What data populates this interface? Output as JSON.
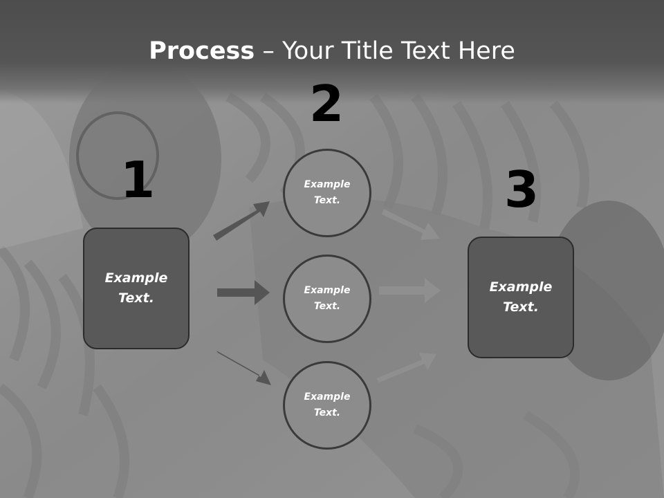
{
  "title": {
    "bold": "Process",
    "rest": " – Your Title Text Here"
  },
  "steps": [
    {
      "number": "1",
      "label": "Example\nText."
    },
    {
      "number": "2",
      "label": ""
    },
    {
      "number": "3",
      "label": "Example\nText."
    }
  ],
  "circles": [
    {
      "label": "Example\nText."
    },
    {
      "label": "Example\nText."
    },
    {
      "label": "Example\nText."
    }
  ],
  "colors": {
    "box": "#595959",
    "circle": "#8c8c8c",
    "arrow_dark": "#555555",
    "arrow_light": "#8f8f8f"
  }
}
